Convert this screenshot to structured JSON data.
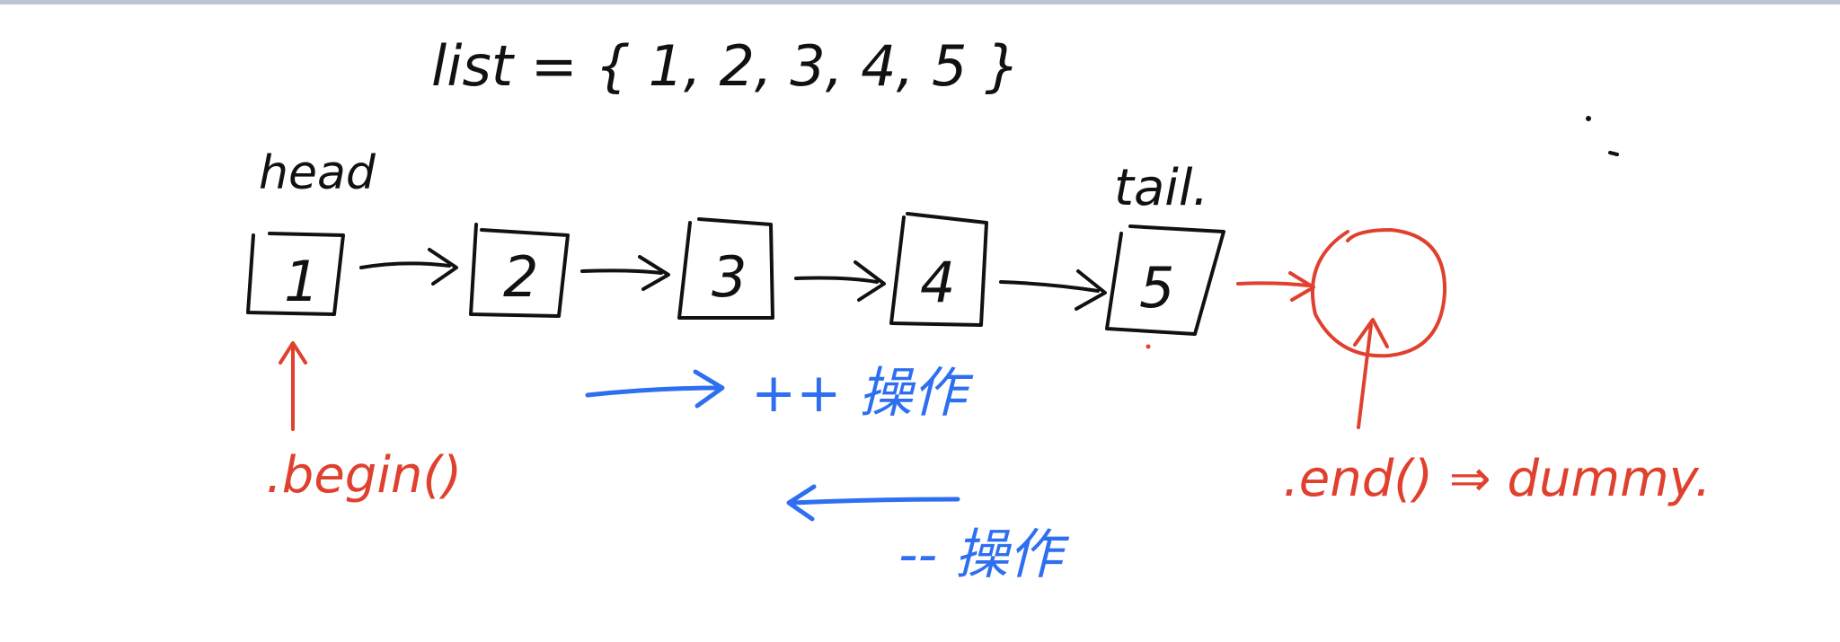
{
  "diagram": {
    "list_label": "list = { 1, 2, 3, 4, 5 }",
    "head_label": "head",
    "tail_label": "tail.",
    "nodes": [
      "1",
      "2",
      "3",
      "4",
      "5"
    ],
    "begin_label": ".begin()",
    "end_label": ".end() ⇒ dummy.",
    "increment_label": "++ 操作",
    "decrement_label": "-- 操作"
  },
  "colors": {
    "black": "#111111",
    "red": "#e0402e",
    "blue": "#2e6ff0"
  }
}
